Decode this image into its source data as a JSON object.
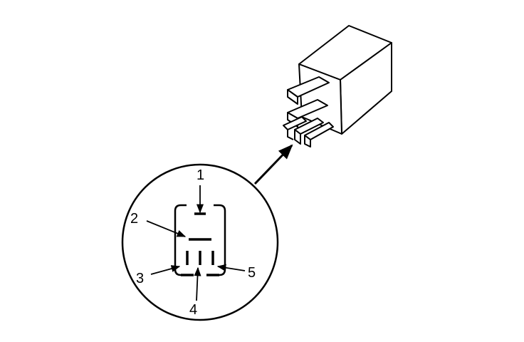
{
  "callouts": {
    "pin1": "1",
    "pin2": "2",
    "pin3": "3",
    "pin4": "4",
    "pin5": "5"
  },
  "colors": {
    "line": "#000000",
    "background": "#ffffff"
  }
}
